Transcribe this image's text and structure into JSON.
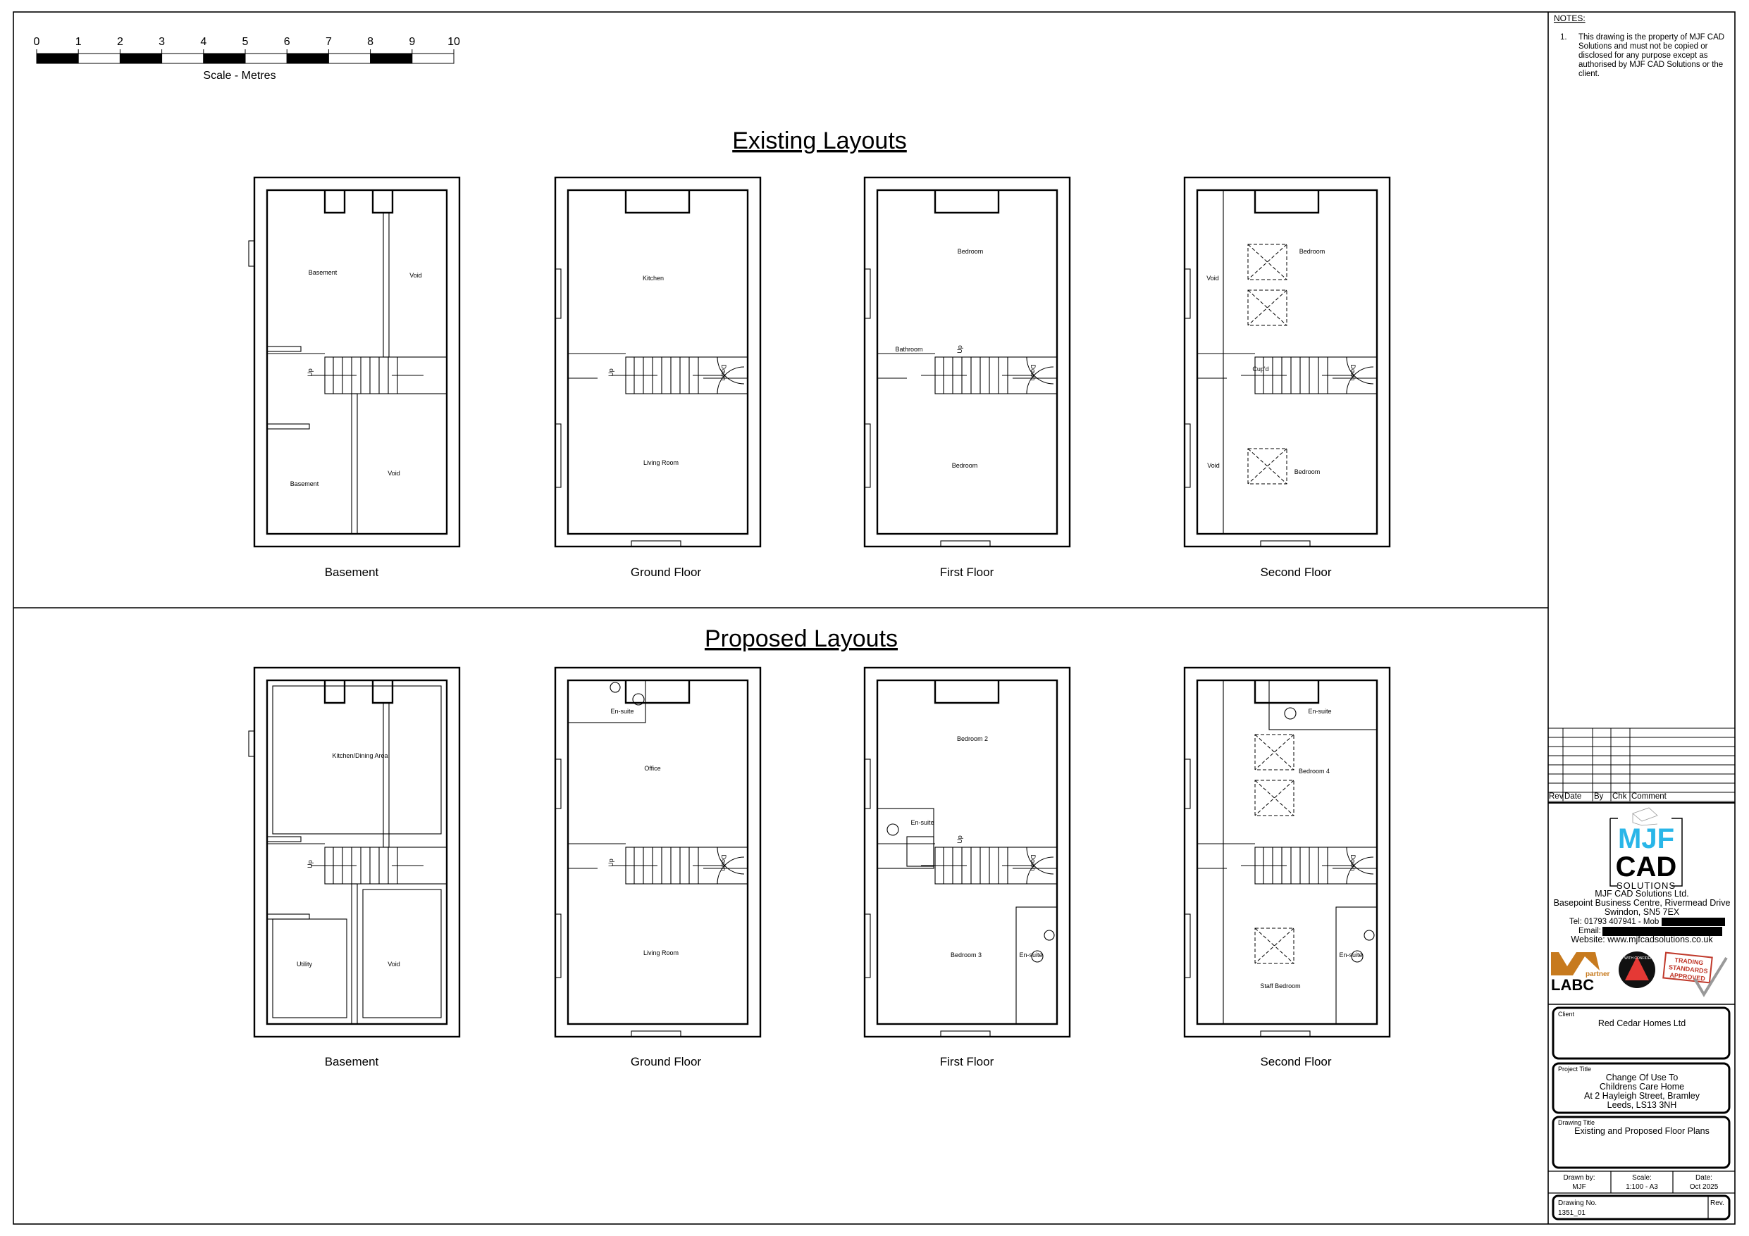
{
  "scale_bar": {
    "ticks": [
      "0",
      "1",
      "2",
      "3",
      "4",
      "5",
      "6",
      "7",
      "8",
      "9",
      "10"
    ],
    "label": "Scale - Metres"
  },
  "existing": {
    "title": "Existing Layouts",
    "plans": [
      {
        "label": "Basement",
        "rooms": [
          "Basement",
          "Void",
          "Basement",
          "Void",
          "Up"
        ]
      },
      {
        "label": "Ground Floor",
        "rooms": [
          "Kitchen",
          "Living Room",
          "Up",
          "Down"
        ]
      },
      {
        "label": "First Floor",
        "rooms": [
          "Bedroom",
          "Bathroom",
          "Bedroom",
          "Up",
          "Down"
        ]
      },
      {
        "label": "Second Floor",
        "rooms": [
          "Void",
          "Bedroom",
          "Cup'd",
          "Bedroom",
          "Void",
          "Down"
        ]
      }
    ]
  },
  "proposed": {
    "title": "Proposed Layouts",
    "plans": [
      {
        "label": "Basement",
        "rooms": [
          "Kitchen/Dining Area",
          "Up",
          "Utility",
          "Void"
        ]
      },
      {
        "label": "Ground Floor",
        "rooms": [
          "En-suite",
          "Office",
          "Up",
          "Down",
          "Living Room"
        ]
      },
      {
        "label": "First Floor",
        "rooms": [
          "Bedroom 2",
          "En-suite",
          "Up",
          "Down",
          "Bedroom 3",
          "En-suite"
        ]
      },
      {
        "label": "Second Floor",
        "rooms": [
          "En-suite",
          "Bedroom 4",
          "Down",
          "En-suite",
          "Staff Bedroom"
        ]
      }
    ]
  },
  "notes": {
    "heading": "NOTES:",
    "items": [
      {
        "num": "1.",
        "lines": [
          "This drawing is the property of MJF CAD",
          "Solutions and must not be copied or",
          "disclosed for any purpose except as",
          "authorised by MJF CAD Solutions or the",
          "client."
        ]
      }
    ]
  },
  "revision_table": {
    "headers": [
      "Rev",
      "Date",
      "By",
      "Chk",
      "Comment"
    ]
  },
  "company": {
    "logo_lines": [
      "MJF",
      "CAD",
      "SOLUTIONS"
    ],
    "brand_color": "#29b6e8",
    "name": "MJF CAD Solutions Ltd.",
    "address1": "Basepoint Business Centre, Rivermead Drive",
    "address2": "Swindon, SN5 7EX",
    "tel": "Tel: 01793 407941 - Mob",
    "email": "Email:",
    "website": "Website: www.mjfcadsolutions.co.uk",
    "badges": {
      "labc": [
        "partner",
        "LABC"
      ],
      "bwc": "BUY WITH CONFIDENCE",
      "tsa": [
        "TRADING",
        "STANDARDS",
        "APPROVED"
      ]
    }
  },
  "title_block": {
    "client_label": "Client",
    "client": "Red Cedar Homes Ltd",
    "project_label": "Project Title",
    "project_lines": [
      "Change Of Use To",
      "Childrens Care Home",
      "At 2 Hayleigh Street, Bramley",
      "Leeds, LS13 3NH"
    ],
    "drawing_title_label": "Drawing Title",
    "drawing_title": "Existing and Proposed Floor Plans",
    "drawn_by_label": "Drawn by:",
    "drawn_by": "MJF",
    "scale_label": "Scale:",
    "scale": "1:100 - A3",
    "date_label": "Date:",
    "date": "Oct 2025",
    "drawing_no_label": "Drawing No.",
    "drawing_no": "1351_01",
    "rev_label": "Rev."
  }
}
